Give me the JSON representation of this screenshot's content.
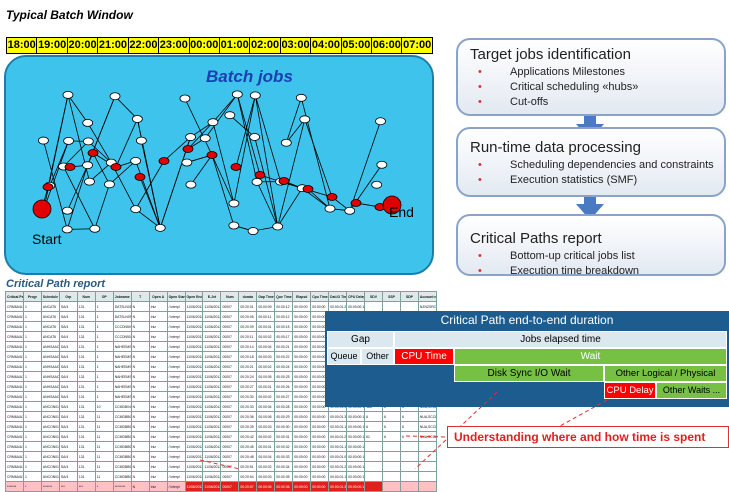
{
  "page_title": "Typical Batch Window",
  "timeline": [
    "18:00",
    "19:00",
    "20:00",
    "21:00",
    "22:00",
    "23:00",
    "00:00",
    "01:00",
    "02:00",
    "03:00",
    "04:00",
    "05:00",
    "06:00",
    "07:00"
  ],
  "batch": {
    "title": "Batch jobs",
    "start_label": "Start",
    "end_label": "End",
    "colors": {
      "panel": "#3ec4ec",
      "critical_node": "#e00000",
      "node": "#ffffff"
    }
  },
  "steps": [
    {
      "title": "Target jobs identification",
      "items": [
        "Applications Milestones",
        "Critical scheduling «hubs»",
        "Cut-offs"
      ]
    },
    {
      "title": "Run-time data processing",
      "items": [
        "Scheduling dependencies and constraints",
        "Execution statistics (SMF)"
      ]
    },
    {
      "title": "Critical Paths report",
      "items": [
        "Bottom-up critical jobs list",
        "Execution time breakdown"
      ]
    }
  ],
  "report": {
    "title": "Critical Path report",
    "columns": [
      "Critical Path",
      "Progr",
      "Schedule",
      "Grp",
      "Num",
      "OP",
      "Jobname",
      "T",
      "Open A",
      "Open Start Time",
      "Open End Time",
      "E-Jet",
      "Num",
      "durata",
      "Gap Time",
      "Que Time",
      "Elapsd",
      "Cpu Time",
      "Dat.IO Time",
      "CPU Delay Time",
      "SDV",
      "SSP",
      "SDP",
      "Account name"
    ],
    "rows": [
      [
        "CRM6A/A1 ACCMS1 SA/4",
        "1",
        "ANCAT6",
        "SA/4",
        "131",
        "1",
        "DATSLN01",
        "N",
        "Iniz",
        "/ interpl",
        "11/06/2012 05:13",
        "11/06/2012 05:35",
        "00007",
        "00:20:01",
        "00:00:09",
        "00:00:12",
        "00:00:00",
        "00:00:00",
        "00:00:01.21",
        "00:00:00:13",
        "",
        "",
        "",
        "NZNZSRC0 1,W1NNS0..."
      ],
      [
        "CRM6A/A1 ACCMS1 SA/4",
        "1",
        "ANCAT6",
        "SA/4",
        "131",
        "1",
        "DATSLN09",
        "N",
        "Iniz",
        "/ interpl",
        "11/06/2012 05:12",
        "11/06/2012 05:31",
        "00007",
        "00:20:05",
        "00:00:11",
        "00:00:12",
        "00:00:00",
        "00:00:00",
        "00:00:01.40",
        "00:00:00:09",
        "",
        "",
        "",
        ""
      ],
      [
        "CRM6A/A1 ACCMS1 SA/4",
        "1",
        "ANCAT6",
        "SA/4",
        "131",
        "1",
        "CCCDN501",
        "N",
        "Iniz",
        "/ interpl",
        "11/06/2012 05:14",
        "11/06/2012 05:32",
        "00007",
        "00:20:09",
        "00:00:01",
        "00:00:15",
        "00:00:00",
        "00:00:00",
        "00:00:01.13",
        "00:00:00:12",
        "",
        "",
        "",
        ""
      ],
      [
        "CRM6A/A1 ACCMS1 SA/4",
        "1",
        "ANCAT6",
        "SA/4",
        "131",
        "1",
        "CCCDN502",
        "N",
        "Iniz",
        "/ interpl",
        "11/06/2012 05:14",
        "11/06/2012 05:33",
        "00007",
        "00:20:11",
        "00:00:02",
        "00:00:17",
        "00:00:00",
        "00:00:00",
        "00:00:01.09",
        "00:00:00:08",
        "",
        "",
        "",
        ""
      ],
      [
        "CRM6A/A1 ACCMS1 SA/4",
        "1",
        "ANHSAAC",
        "SA/4",
        "131",
        "1",
        "NAHEEMS",
        "N",
        "Iniz",
        "/ interpl",
        "11/06/2012 05:17",
        "11/06/2012 05:40",
        "00007",
        "00:20:14",
        "00:00:04",
        "00:00:21",
        "00:00:00",
        "00:00:00",
        "00:00:01.18",
        "00:00:00:14",
        "",
        "",
        "",
        ""
      ],
      [
        "CRM6A/A1 ACCMS1 SA/4",
        "1",
        "ANHSAAC",
        "SA/4",
        "131",
        "1",
        "NAHEEMS1",
        "N",
        "Iniz",
        "/ interpl",
        "11/06/2012 05:19",
        "11/06/2012 05:44",
        "00007",
        "00:20:18",
        "00:00:03",
        "00:00:22",
        "00:00:00",
        "00:00:00",
        "00:00:01.33",
        "00:00:00:11",
        "",
        "",
        "",
        ""
      ],
      [
        "CRM6A/A1 ACCMS1 SA/4",
        "1",
        "ANHSAAC",
        "SA/4",
        "131",
        "1",
        "NAHEEMS2",
        "N",
        "Iniz",
        "/ interpl",
        "11/06/2012 05:21",
        "11/06/2012 05:47",
        "00007",
        "00:20:21",
        "00:00:02",
        "00:00:24",
        "00:00:00",
        "00:00:00",
        "00:00:01.02",
        "00:00:00:10",
        "",
        "",
        "",
        ""
      ],
      [
        "CRM6A/A1 ACCMS1 SA/4",
        "1",
        "ANHSAAC",
        "SA/4",
        "131",
        "1",
        "NAHEEMS3",
        "N",
        "Iniz",
        "/ interpl",
        "11/06/2012 05:23",
        "11/06/2012 05:49",
        "00007",
        "00:20:24",
        "00:00:05",
        "00:00:25",
        "00:00:00",
        "00:00:00",
        "00:00:01.21",
        "00:00:00:09",
        "",
        "",
        "",
        ""
      ],
      [
        "CRM6A/A1 ACCMS1 SA/4",
        "1",
        "ANHSAAC",
        "SA/4",
        "131",
        "1",
        "NAHEEMS4",
        "N",
        "Iniz",
        "/ interpl",
        "11/06/2012 05:24",
        "11/06/2012 05:51",
        "00007",
        "00:20:27",
        "00:00:01",
        "00:00:26",
        "00:00:00",
        "00:00:00",
        "00:00:01.17",
        "00:00:00:12",
        "",
        "",
        "",
        ""
      ],
      [
        "CRM6A/A1 ACCMS1 SA/4",
        "1",
        "ANHSAAC",
        "SA/4",
        "131",
        "1",
        "NAHEEMS5",
        "N",
        "Iniz",
        "/ interpl",
        "11/06/2012 05:26",
        "11/06/2012 05:54",
        "00007",
        "00:20:30",
        "00:00:02",
        "00:00:27",
        "00:00:00",
        "00:00:00",
        "00:00:01.25",
        "00:00:00:15",
        "",
        "",
        "",
        ""
      ],
      [
        "CRM6A/A1 ACCMS1 SA/4",
        "1",
        "ANCON01",
        "SA/4",
        "131",
        "10",
        "CCMDB041",
        "N",
        "Iniz",
        "/ interpl",
        "11/06/2012 05:43",
        "11/06/2012 06:02",
        "00007",
        "00:20:33",
        "00:00:04",
        "00:00:28",
        "00:00:00",
        "00:00:00",
        "00:00:01.40",
        "00:00:00:17",
        "188",
        "6",
        "6",
        "NUA,SCCL,CCMOS,CCMCC,PBL,CCMHSPL,CCMOBPOL"
      ],
      [
        "CRM6A/A1 ACCMS1 SA/4",
        "1",
        "ANCON01",
        "SA/4",
        "131",
        "11",
        "CCMDBB01",
        "N",
        "Iniz",
        "/ interpl",
        "11/06/2012 05:44",
        "11/06/2012 06:04",
        "00007",
        "00:20:36",
        "00:00:06",
        "00:00:29",
        "00:00:00",
        "00:00:00",
        "00:00:01.37",
        "00:00:00:18",
        "6",
        "6",
        "6",
        "NUA,SCCL,CCMOS,CCMCC,PBL,CCMHSPL,CCMOBPOL"
      ],
      [
        "CRM6A/A1 ACCMS1 SA/4",
        "1",
        "ANCON01",
        "SA/4",
        "131",
        "11",
        "CCMDBB02",
        "N",
        "Iniz",
        "/ interpl",
        "11/06/2012 05:46",
        "11/06/2012 06:06",
        "00007",
        "00:20:39",
        "00:00:03",
        "00:00:30",
        "00:00:00",
        "00:00:00",
        "00:00:01.11",
        "00:00:00:13",
        "6",
        "6",
        "6",
        "NUA,SCCL,CCMOS,CCMCC,PBL,V,HFHAZS"
      ],
      [
        "CRM6A/A1 ACCMS1 SA/4",
        "1",
        "ANCON01",
        "SA/4",
        "131",
        "11",
        "CCMDBB03",
        "N",
        "Iniz",
        "/ interpl",
        "11/06/2012 05:48",
        "11/06/2012 06:08",
        "00007",
        "00:20:42",
        "00:00:02",
        "00:00:31",
        "00:00:00",
        "00:00:00",
        "00:00:01.23",
        "00:00:00:16",
        "61",
        "6",
        "6",
        "NUA,SCCL,CCMOS,CCMCC,PBL,CCMHSPL,CCMOBPOL"
      ],
      [
        "CRM6A/A1 ACCMS1 SA/4",
        "1",
        "ANCON01",
        "SA/4",
        "131",
        "11",
        "CCMDBB04",
        "N",
        "Iniz",
        "/ interpl",
        "11/06/2012 05:50",
        "11/06/2012 06:10",
        "00007",
        "00:20:45",
        "00:00:01",
        "00:00:32",
        "00:00:00",
        "00:00:00",
        "00:00:01.19",
        "00:00:00:11",
        "",
        "",
        "",
        ""
      ],
      [
        "CRM6A/A1 ACCMS1 SA/4",
        "1",
        "ANCON01",
        "SA/4",
        "131",
        "11",
        "CCMDBB05",
        "N",
        "Iniz",
        "/ interpl",
        "11/06/2012 05:52",
        "11/06/2012 06:12",
        "00007",
        "00:20:48",
        "00:00:04",
        "00:00:33",
        "00:00:00",
        "00:00:00",
        "00:00:01.06",
        "00:00:00:10",
        "",
        "",
        "",
        ""
      ],
      [
        "CRM6A/A1 ACCMS1 SA/4",
        "1",
        "ANCON01",
        "SA/4",
        "131",
        "11",
        "CCMDBB06",
        "N",
        "Iniz",
        "/ interpl",
        "11/06/2012 05:54",
        "11/06/2012 06:14",
        "00007",
        "00:20:51",
        "00:00:02",
        "00:00:34",
        "00:00:00",
        "00:00:00",
        "00:00:01.28",
        "00:00:00:14",
        "",
        "",
        "",
        ""
      ],
      [
        "CRM6A/A1 ACCMS1 SA/4",
        "1",
        "ANCON01",
        "SA/4",
        "131",
        "11",
        "CCMDBB07",
        "N",
        "Iniz",
        "/ interpl",
        "11/06/2012 05:56",
        "11/06/2012 06:16",
        "00007",
        "00:20:54",
        "00:00:03",
        "00:00:35",
        "00:00:00",
        "00:00:00",
        "00:00:01.14",
        "00:00:00:12",
        "",
        "",
        "",
        ""
      ],
      [
        "*******",
        "*",
        "*******",
        "***",
        "***",
        "*",
        "********",
        "N",
        "Iniz",
        "/ interpl",
        "11/06/2012 06:03",
        "11/06/2012 06:22",
        "00007",
        "00:20:57",
        "00:00:05",
        "00:00:36",
        "00:00:00",
        "00:00:00",
        "00:00:01.31",
        "00:00:00:19",
        "",
        "",
        "",
        ""
      ]
    ]
  },
  "cp_panel": {
    "title": "Critical Path end-to-end duration",
    "gap": "Gap",
    "jobs_elapsed": "Jobs elapsed time",
    "queue": "Queue",
    "other": "Other",
    "cpu_time": "CPU Time",
    "wait": "Wait",
    "disk_sync": "Disk Sync I/O Wait",
    "other_logical": "Other Logical / Physical Wait",
    "cpu_delay": "CPU Delay",
    "other_waits": "Other Waits ...",
    "colors": {
      "panel": "#1c5c8e",
      "green": "#76c043",
      "red": "#ff0000",
      "light": "#dce8f0"
    }
  },
  "note": "Understanding where and how time is spent"
}
